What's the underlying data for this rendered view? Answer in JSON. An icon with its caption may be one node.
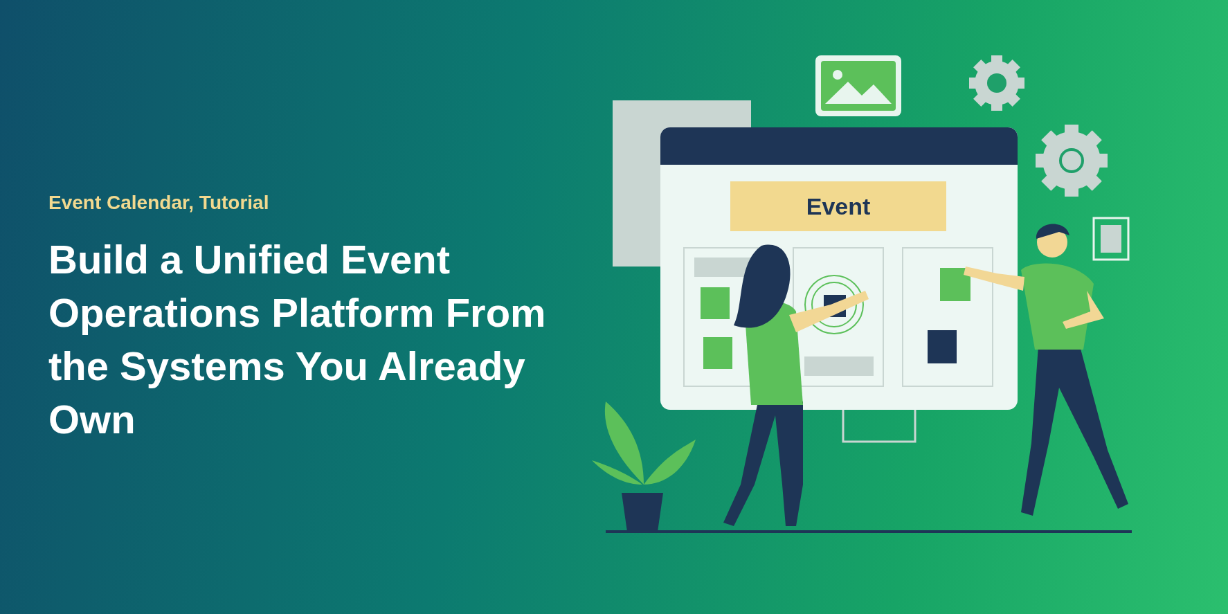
{
  "diagram": {
    "title": "Build a Unified Event Operations Platform From the Systems You Already Own",
    "nodes": [
      {
        "text": [
          "Event"
        ]
      }
    ],
    "labels": [
      "Event Calendar, Tutorial"
    ]
  }
}
